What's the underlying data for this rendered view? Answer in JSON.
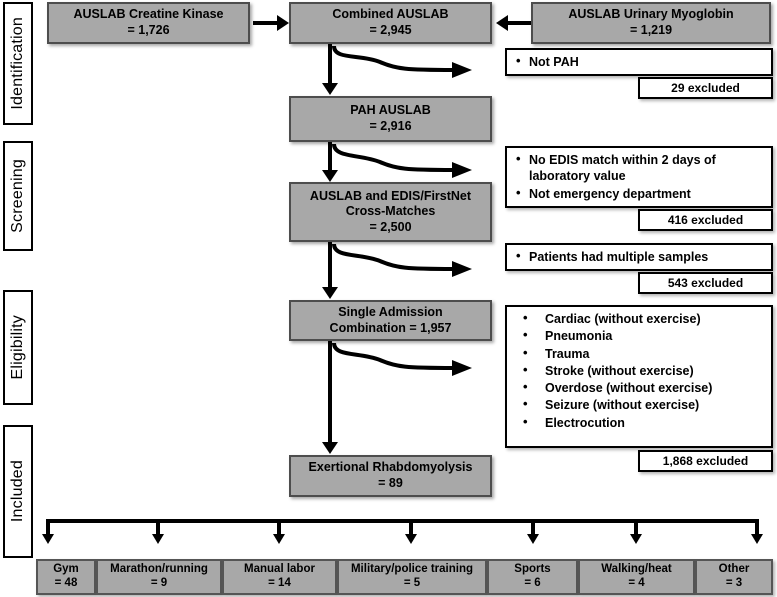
{
  "phases": [
    {
      "label": "Identification"
    },
    {
      "label": "Screening"
    },
    {
      "label": "Eligibility"
    },
    {
      "label": "Included"
    }
  ],
  "nodes": {
    "creatine_kinase": {
      "line1": "AUSLAB Creatine Kinase",
      "line2": "= 1,726"
    },
    "urinary_myoglobin": {
      "line1": "AUSLAB Urinary Myoglobin",
      "line2": "= 1,219"
    },
    "combined": {
      "line1": "Combined AUSLAB",
      "line2": "= 2,945"
    },
    "pah": {
      "line1": "PAH AUSLAB",
      "line2": "= 2,916"
    },
    "cross_matches": {
      "line1": "AUSLAB and EDIS/FirstNet",
      "line2": "Cross-Matches",
      "line3": "= 2,500"
    },
    "single_admission": {
      "line1": "Single Admission",
      "line2": "Combination = 1,957"
    },
    "exertional": {
      "line1": "Exertional Rhabdomyolysis",
      "line2": "= 89"
    }
  },
  "exclusions": [
    {
      "reasons": [
        "Not PAH"
      ],
      "count_label": "29 excluded"
    },
    {
      "reasons": [
        "No EDIS match within 2 days of laboratory value",
        "Not emergency department"
      ],
      "count_label": "416 excluded"
    },
    {
      "reasons": [
        "Patients had multiple samples"
      ],
      "count_label": "543 excluded"
    },
    {
      "reasons": [
        "Cardiac (without exercise)",
        "Pneumonia",
        "Trauma",
        "Stroke (without exercise)",
        "Overdose (without exercise)",
        "Seizure (without exercise)",
        "Electrocution"
      ],
      "count_label": "1,868 excluded"
    }
  ],
  "categories": [
    {
      "label": "Gym",
      "value": "= 48"
    },
    {
      "label": "Marathon/running",
      "value": "= 9"
    },
    {
      "label": "Manual labor",
      "value": "= 14"
    },
    {
      "label": "Military/police training",
      "value": "= 5"
    },
    {
      "label": "Sports",
      "value": "= 6"
    },
    {
      "label": "Walking/heat",
      "value": "= 4"
    },
    {
      "label": "Other",
      "value": "= 3"
    }
  ],
  "colors": {
    "box_fill": "#a8a8a8",
    "box_border": "#4d4d4d",
    "line": "#000000",
    "background": "#ffffff"
  }
}
